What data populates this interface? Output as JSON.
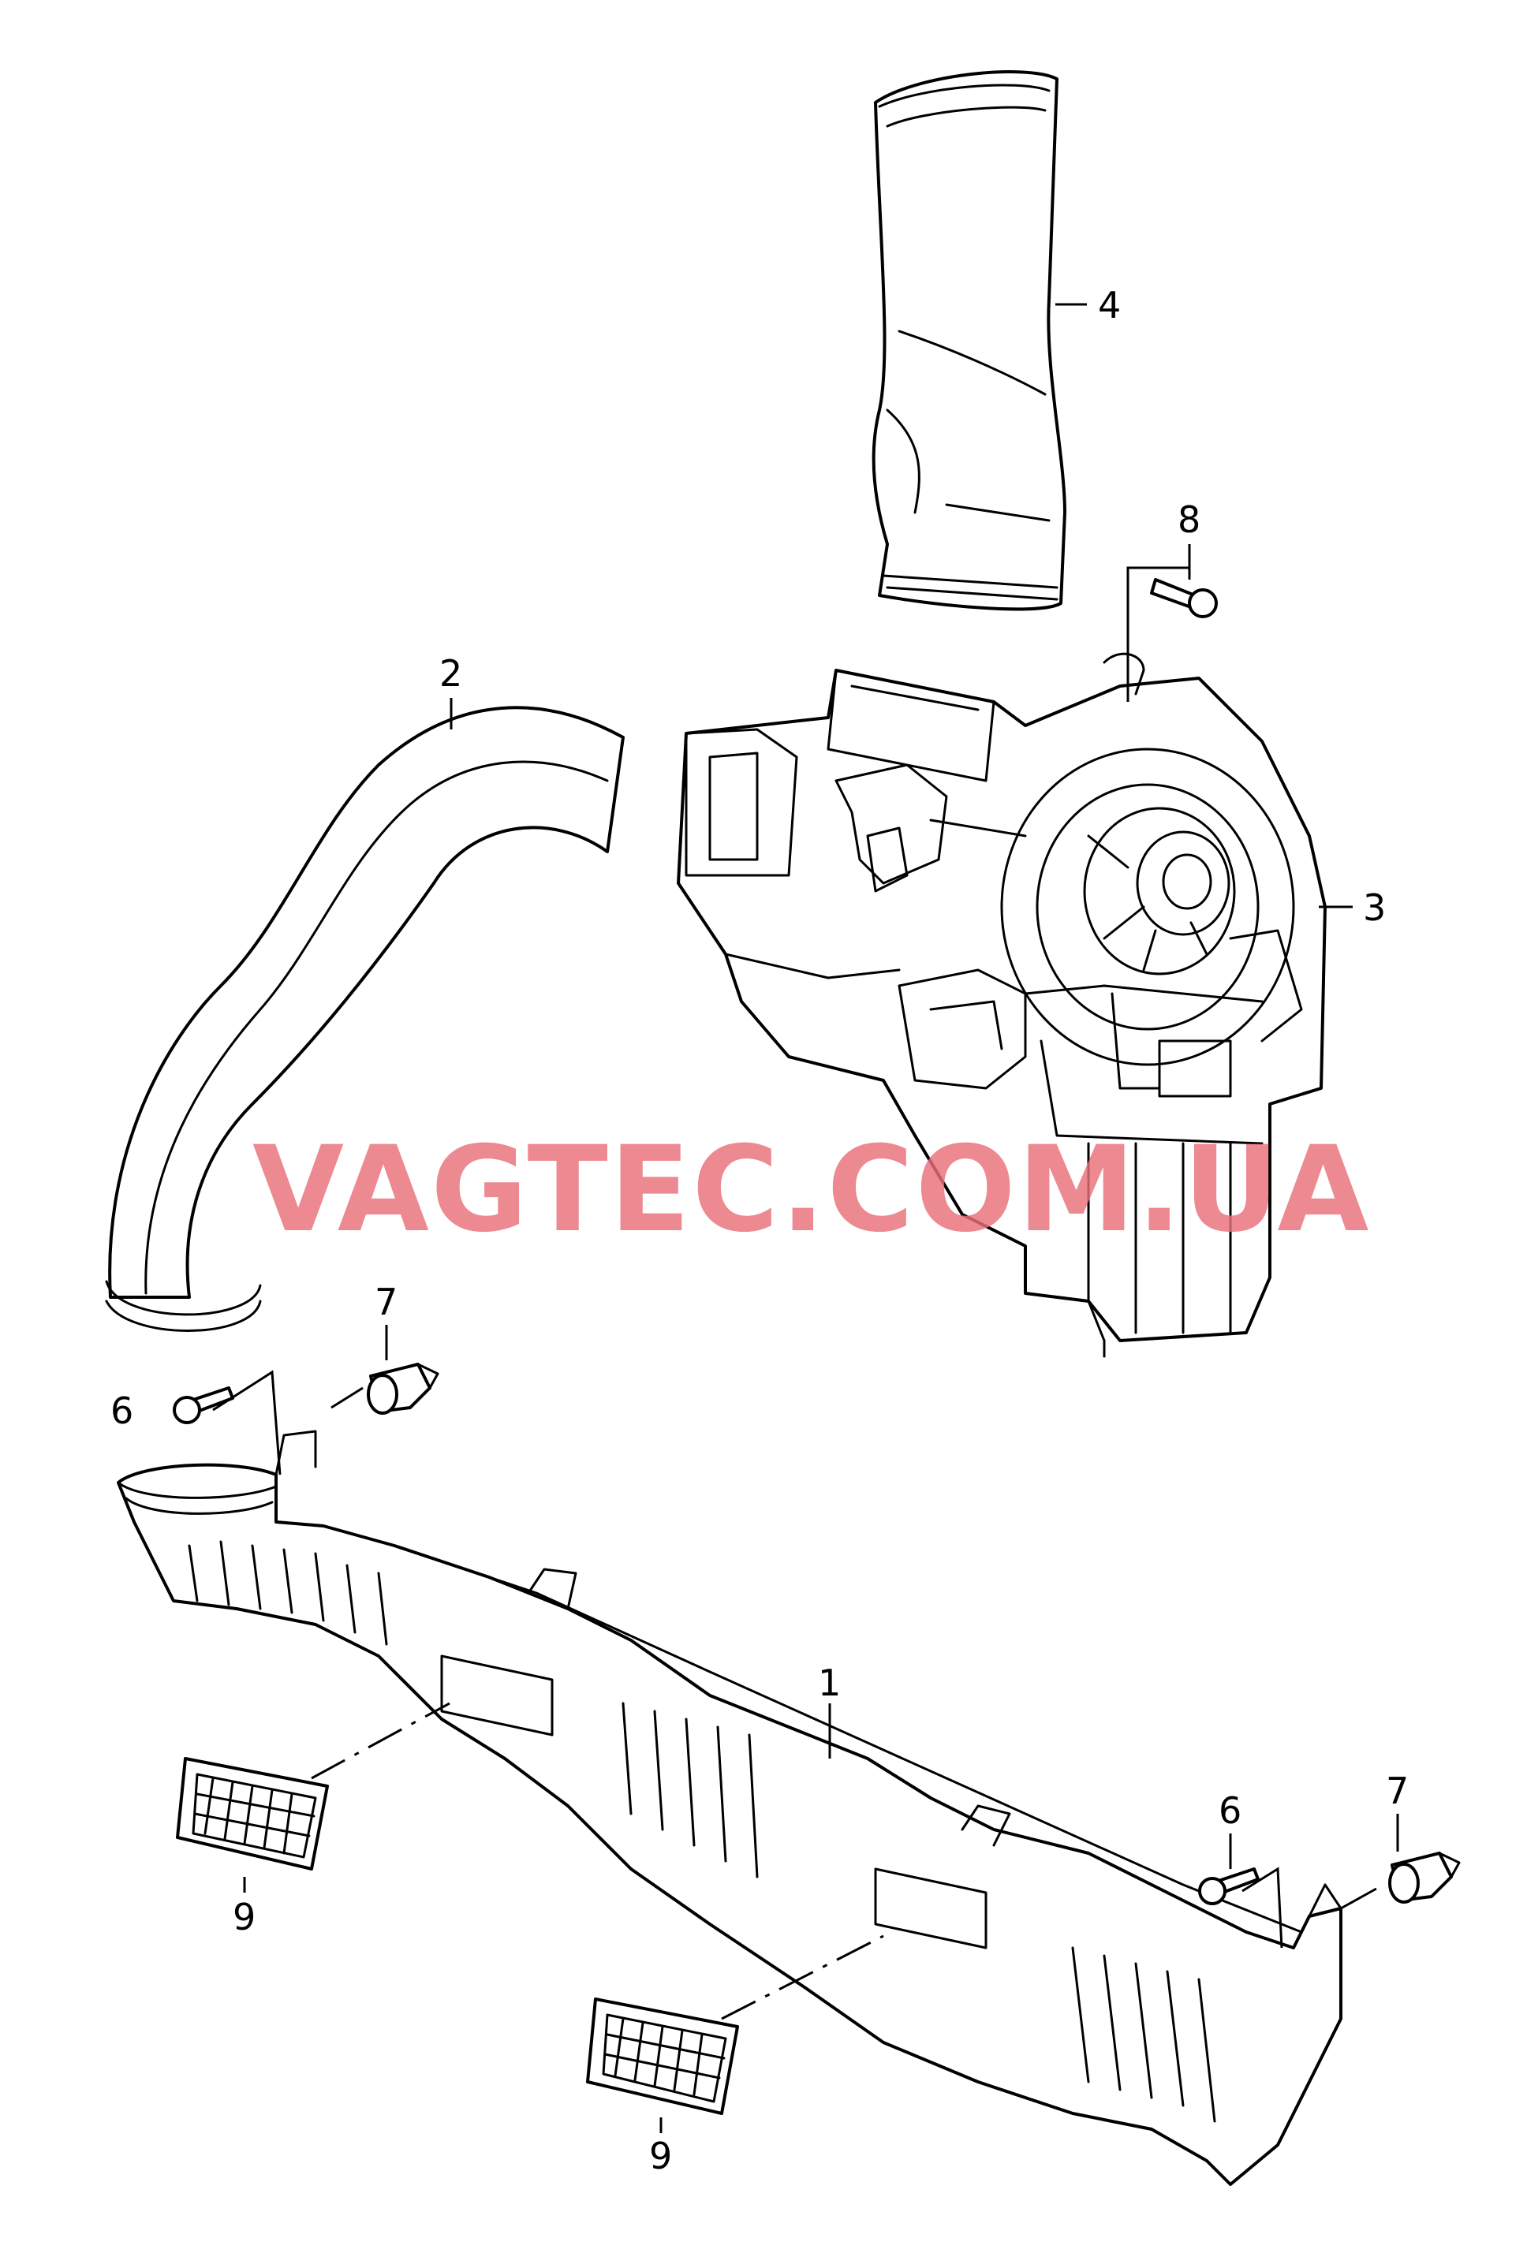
{
  "watermark": "VAGTEC.COM.UA",
  "callouts": {
    "c1": "1",
    "c2": "2",
    "c3": "3",
    "c4": "4",
    "c6a": "6",
    "c6b": "6",
    "c7a": "7",
    "c7b": "7",
    "c8": "8",
    "c9a": "9",
    "c9b": "9"
  },
  "colors": {
    "line": "#000000",
    "watermark": "#e8707a",
    "background": "#ffffff"
  }
}
